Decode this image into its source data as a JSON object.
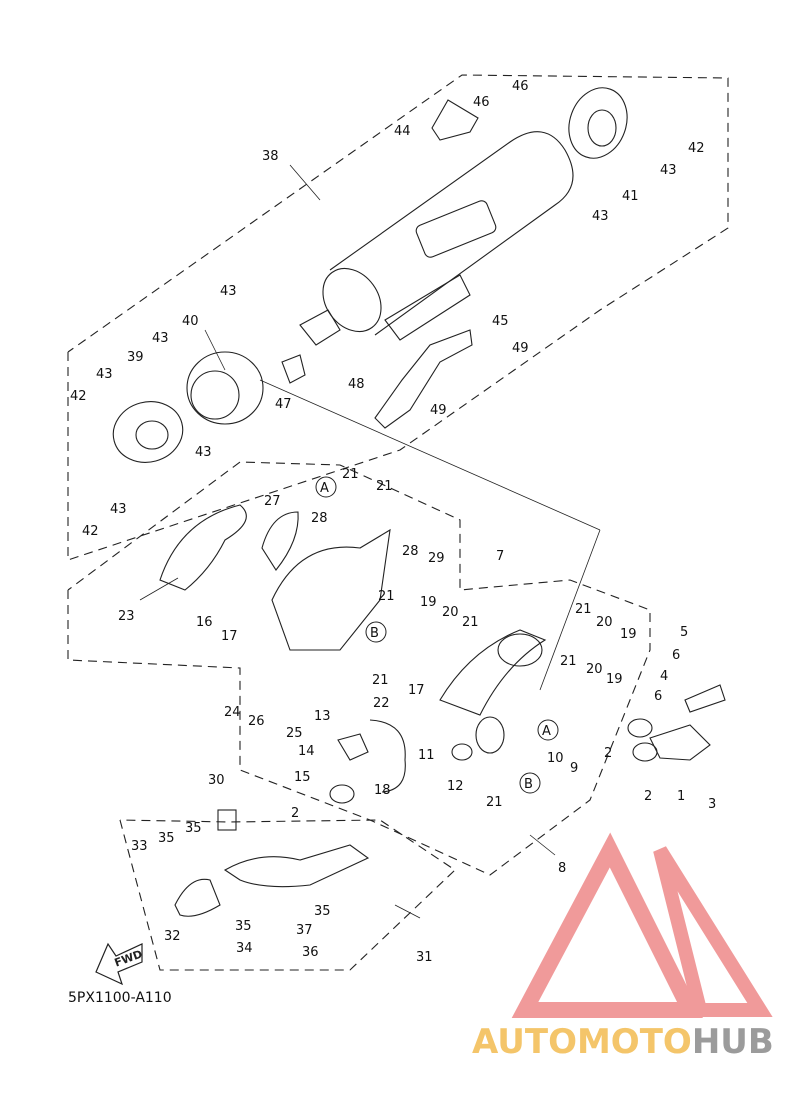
{
  "diagram_code": "5PX1100-A110",
  "fwd_label": "FWD",
  "brand": {
    "part1": "AUTOMOTO",
    "part2": "HUB",
    "color_primary": "#f4c56a",
    "color_secondary": "#9b9b9b",
    "logo_color": "#f09a9a"
  },
  "callouts": [
    {
      "label": "46"
    },
    {
      "label": "46"
    },
    {
      "label": "44"
    },
    {
      "label": "42"
    },
    {
      "label": "43"
    },
    {
      "label": "41"
    },
    {
      "label": "43"
    },
    {
      "label": "38"
    },
    {
      "label": "43"
    },
    {
      "label": "40"
    },
    {
      "label": "45"
    },
    {
      "label": "49"
    },
    {
      "label": "49"
    },
    {
      "label": "48"
    },
    {
      "label": "47"
    },
    {
      "label": "43"
    },
    {
      "label": "39"
    },
    {
      "label": "43"
    },
    {
      "label": "42"
    },
    {
      "label": "43"
    },
    {
      "label": "43"
    },
    {
      "label": "42"
    },
    {
      "label": "A"
    },
    {
      "label": "21"
    },
    {
      "label": "21"
    },
    {
      "label": "27"
    },
    {
      "label": "28"
    },
    {
      "label": "28"
    },
    {
      "label": "29"
    },
    {
      "label": "7"
    },
    {
      "label": "23"
    },
    {
      "label": "16"
    },
    {
      "label": "17"
    },
    {
      "label": "21"
    },
    {
      "label": "19"
    },
    {
      "label": "20"
    },
    {
      "label": "21"
    },
    {
      "label": "B"
    },
    {
      "label": "21"
    },
    {
      "label": "20"
    },
    {
      "label": "19"
    },
    {
      "label": "5"
    },
    {
      "label": "6"
    },
    {
      "label": "4"
    },
    {
      "label": "6"
    },
    {
      "label": "21"
    },
    {
      "label": "17"
    },
    {
      "label": "22"
    },
    {
      "label": "24"
    },
    {
      "label": "26"
    },
    {
      "label": "25"
    },
    {
      "label": "13"
    },
    {
      "label": "21"
    },
    {
      "label": "20"
    },
    {
      "label": "19"
    },
    {
      "label": "14"
    },
    {
      "label": "18"
    },
    {
      "label": "15"
    },
    {
      "label": "11"
    },
    {
      "label": "12"
    },
    {
      "label": "A"
    },
    {
      "label": "10"
    },
    {
      "label": "9"
    },
    {
      "label": "2"
    },
    {
      "label": "2"
    },
    {
      "label": "1"
    },
    {
      "label": "3"
    },
    {
      "label": "21"
    },
    {
      "label": "B"
    },
    {
      "label": "8"
    },
    {
      "label": "30"
    },
    {
      "label": "2"
    },
    {
      "label": "33"
    },
    {
      "label": "35"
    },
    {
      "label": "35"
    },
    {
      "label": "35"
    },
    {
      "label": "32"
    },
    {
      "label": "35"
    },
    {
      "label": "37"
    },
    {
      "label": "34"
    },
    {
      "label": "36"
    },
    {
      "label": "31"
    }
  ]
}
